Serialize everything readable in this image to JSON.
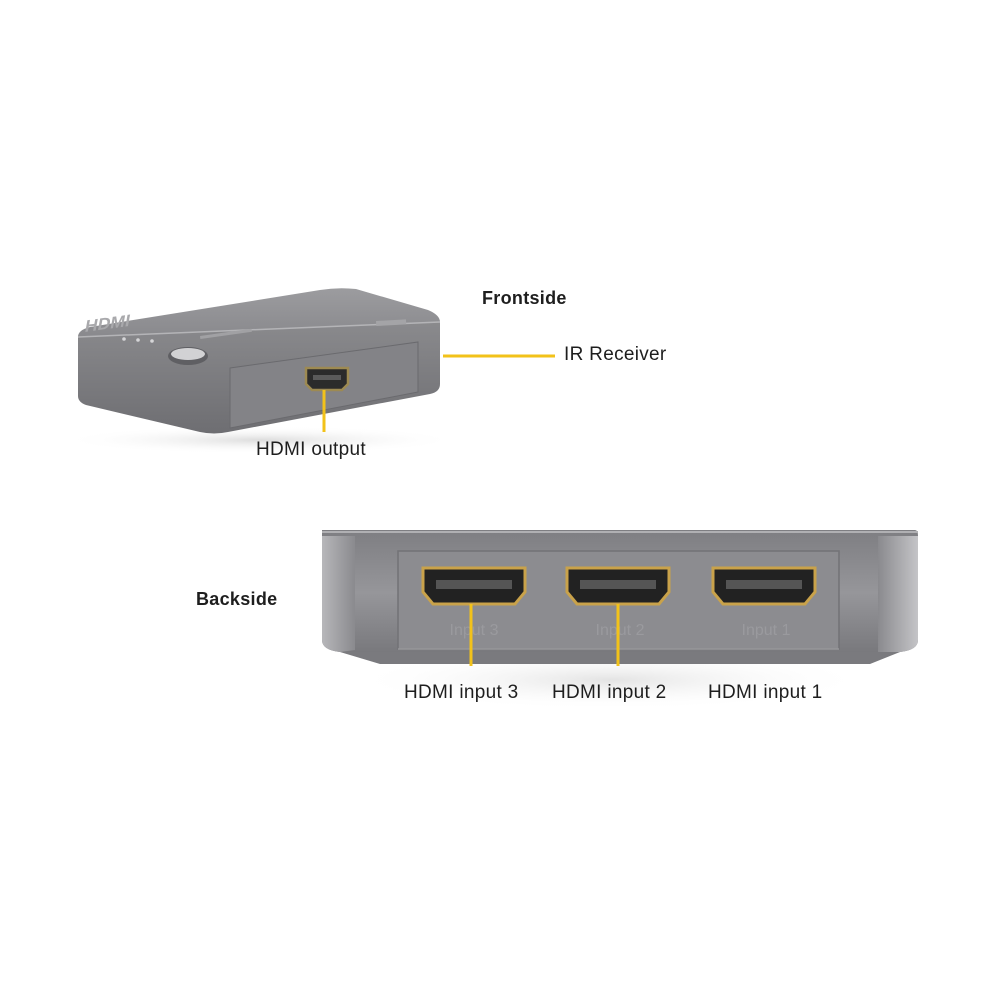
{
  "headings": {
    "frontside": "Frontside",
    "backside": "Backside"
  },
  "callouts": {
    "ir_receiver": "IR Receiver",
    "hdmi_output": "HDMI output",
    "hdmi_input_3": "HDMI input 3",
    "hdmi_input_2": "HDMI input 2",
    "hdmi_input_1": "HDMI input 1"
  },
  "device": {
    "top_logo": "HDMI",
    "port_labels": [
      "Input 3",
      "Input 2",
      "Input 1"
    ]
  },
  "colors": {
    "callout_line": "#f2c21a",
    "housing": "#8f8f91",
    "housing_dark": "#6d6d70",
    "port_gold": "#c9a24a",
    "text": "#1e1e1e"
  }
}
